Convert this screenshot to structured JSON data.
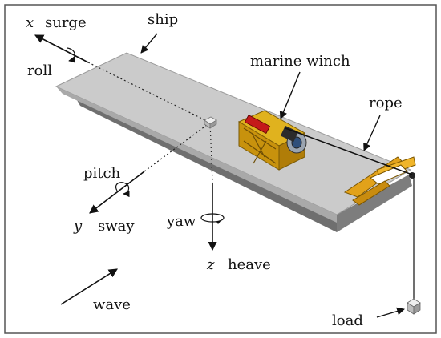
{
  "labels": {
    "ship": "ship",
    "marine_winch": "marine winch",
    "rope": "rope",
    "load": "load",
    "wave": "wave",
    "roll": "roll",
    "pitch": "pitch",
    "yaw": "yaw"
  },
  "axes": {
    "x": {
      "var": "x",
      "motion": "surge"
    },
    "y": {
      "var": "y",
      "motion": "sway"
    },
    "z": {
      "var": "z",
      "motion": "heave"
    }
  },
  "colors": {
    "deck_top": "#cfcfcf",
    "hull_side": "#8a8a8a",
    "winch": "#d9a21b",
    "crane": "#e0a317",
    "ink": "#111111"
  }
}
